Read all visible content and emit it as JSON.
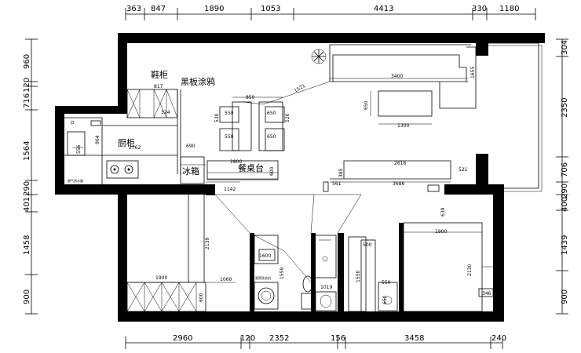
{
  "dimensions": {
    "top": [
      "363",
      "847",
      "1890",
      "1053",
      "4413",
      "330",
      "1180"
    ],
    "bottom": [
      "2960",
      "120",
      "2352",
      "156",
      "3458",
      "240"
    ],
    "left": [
      "960",
      "120",
      "716",
      "1564",
      "290",
      "401",
      "1458",
      "900"
    ],
    "right": [
      "304",
      "2350",
      "706",
      "290",
      "400",
      "1439",
      "900"
    ]
  },
  "rooms": {
    "shoe_cabinet": "鞋柜",
    "blackboard": "黑板涂鸦",
    "kitchen_cabinet": "厨柜",
    "fridge": "冰箱",
    "dining_table": "餐桌台"
  },
  "inner_dims": {
    "d817": "817",
    "d324": "324",
    "d850": "850",
    "d550a": "550",
    "d550b": "550",
    "d650a": "650",
    "d650b": "650",
    "d520a": "520",
    "d520b": "520",
    "d1521": "1521",
    "d3400": "3400",
    "d1655": "1655",
    "d650c": "650",
    "d1300": "1300",
    "d2616": "2616",
    "d521": "521",
    "d3686": "3686",
    "d561": "561",
    "d385": "385",
    "d1800": "1800",
    "d600": "600",
    "d1142": "1142",
    "d690": "690",
    "d964": "964",
    "d2762": "2762",
    "d556": "556",
    "d2139": "2139",
    "d1900a": "1900",
    "d1060": "1060",
    "d600b": "600",
    "d1600": "1600",
    "d1559": "1559",
    "d1019": "1019",
    "d500": "500",
    "d1550": "1550",
    "d550c": "550",
    "d650d": "650",
    "d1900b": "1900",
    "d2130": "2130",
    "d346": "346",
    "d639": "639"
  },
  "small_notes": {
    "gas": "燃气热水器",
    "washer": "滚筒洗衣机"
  }
}
